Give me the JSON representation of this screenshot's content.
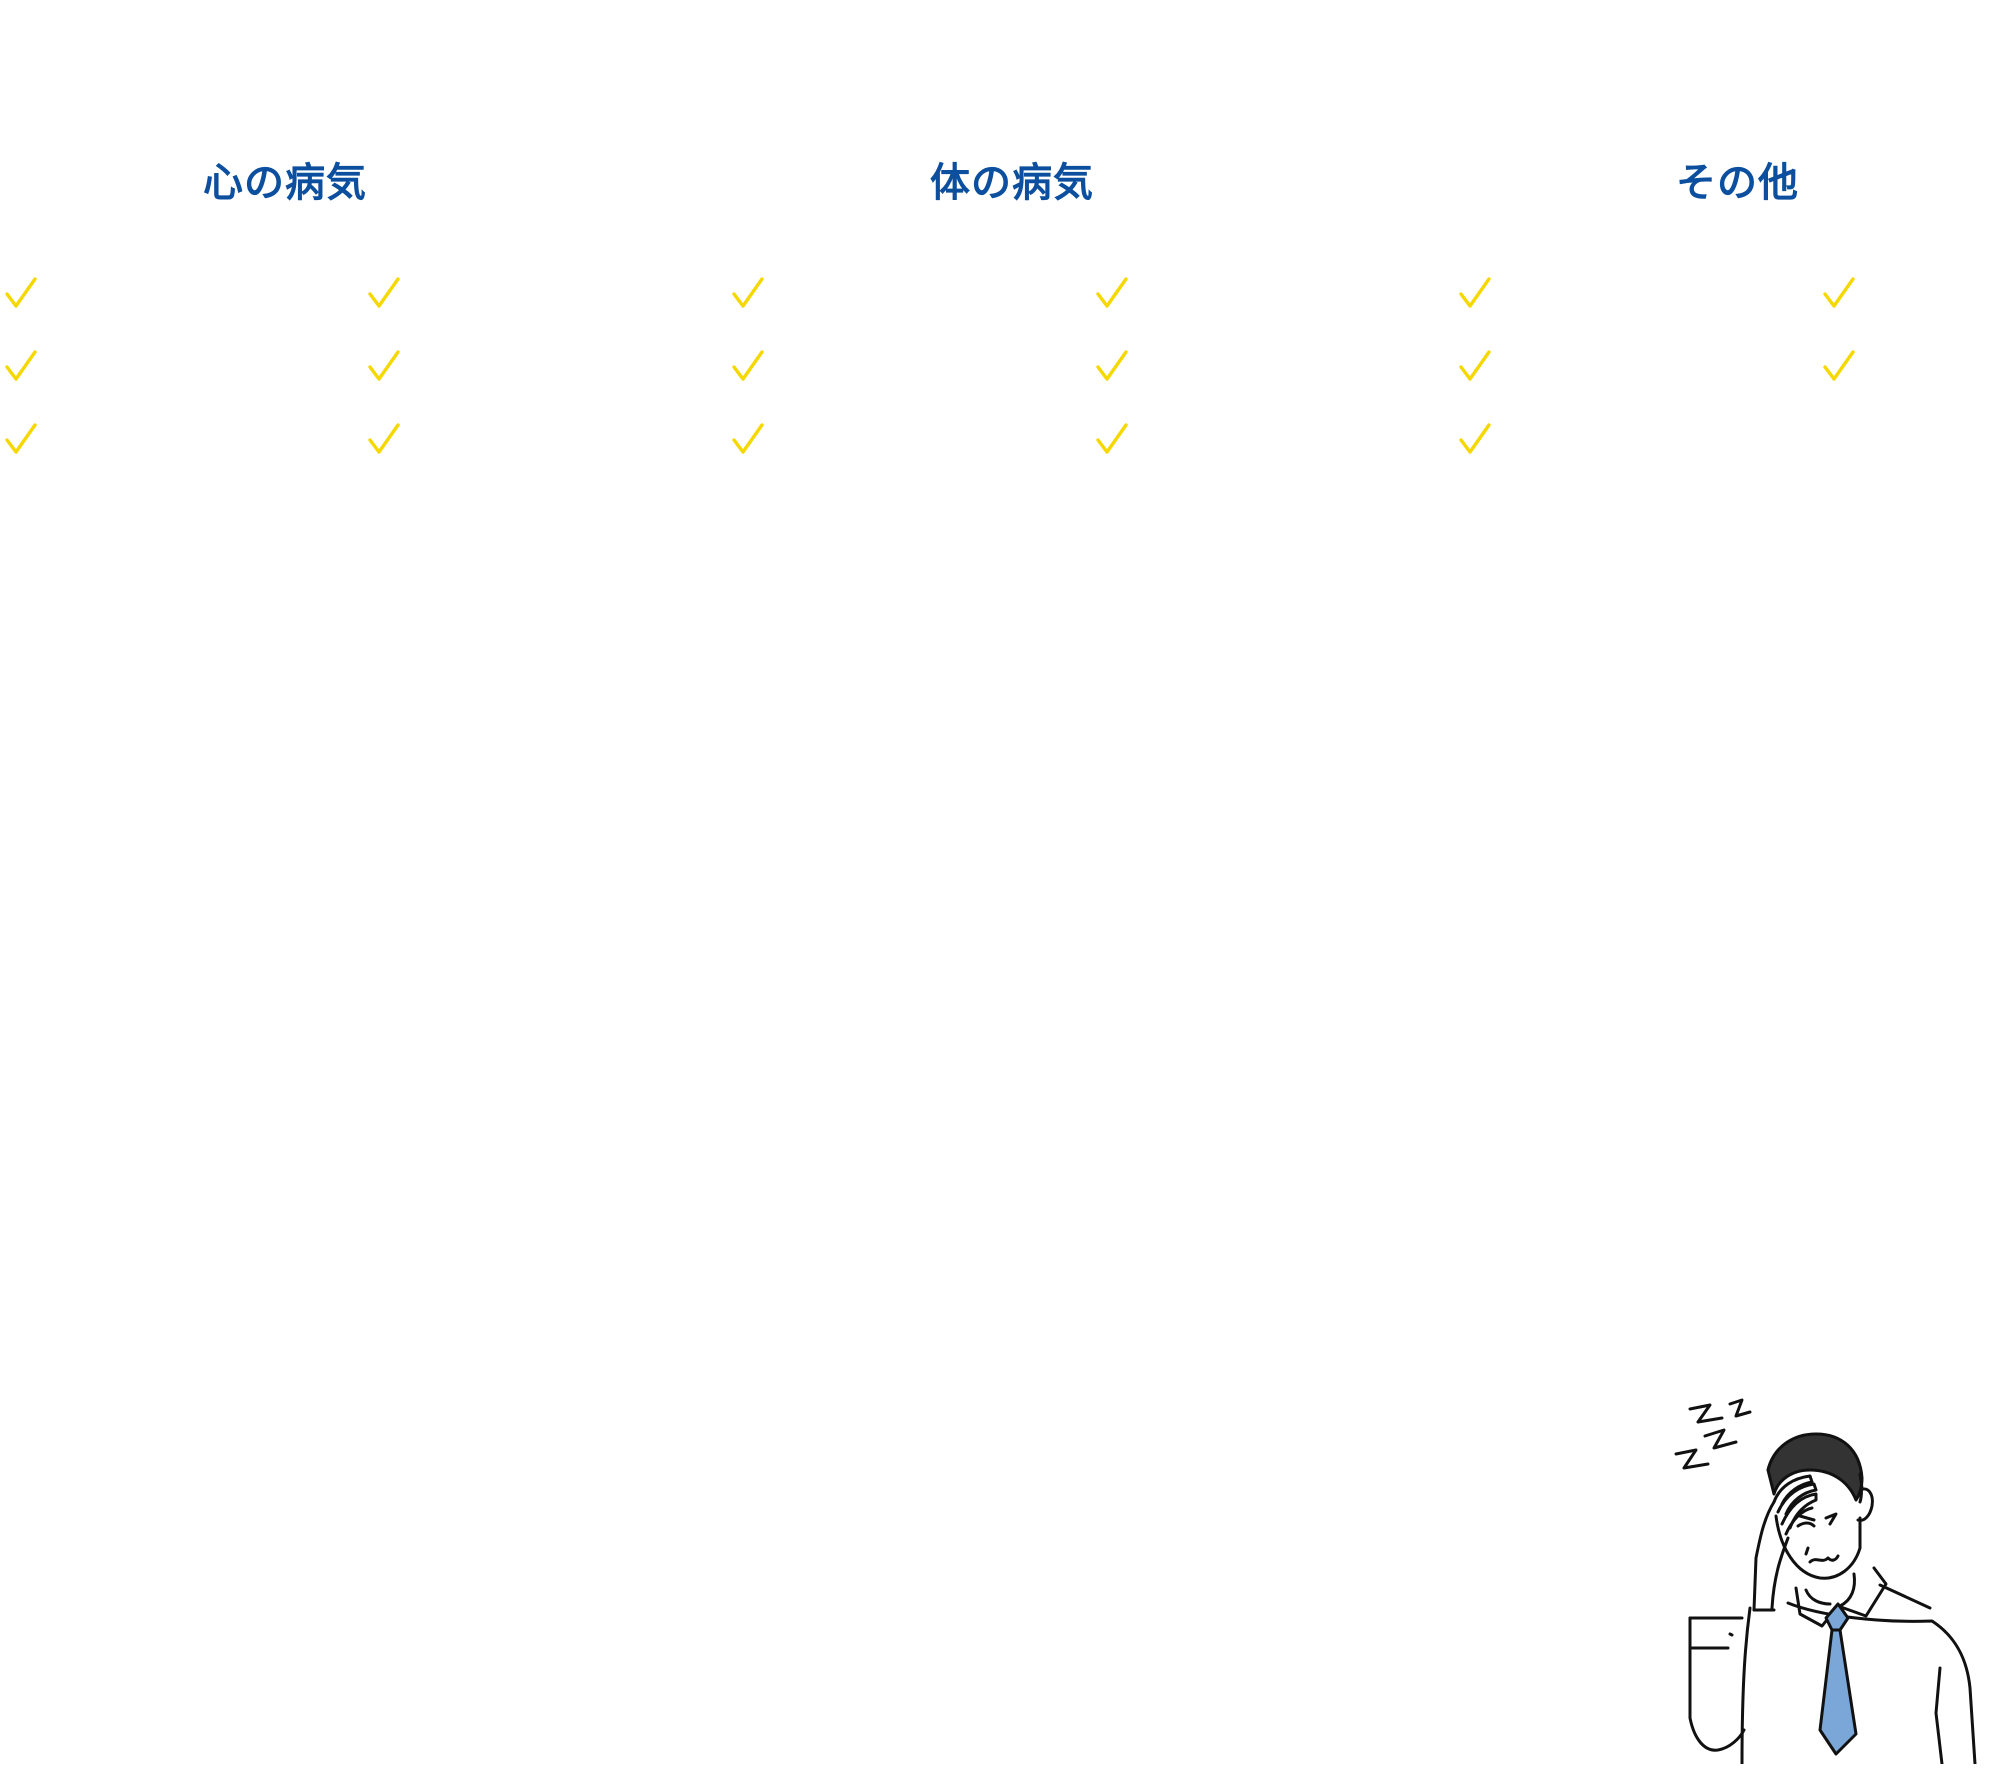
{
  "sections": [
    {
      "title": "心の病気"
    },
    {
      "title": "体の病気"
    },
    {
      "title": "その他"
    }
  ],
  "colors": {
    "heading": "#0b4f9e",
    "check": "#f5d800",
    "tie": "#7ba7d8"
  },
  "icons": {
    "check": "check-icon",
    "illustration": "worried-businessman-illustration"
  }
}
